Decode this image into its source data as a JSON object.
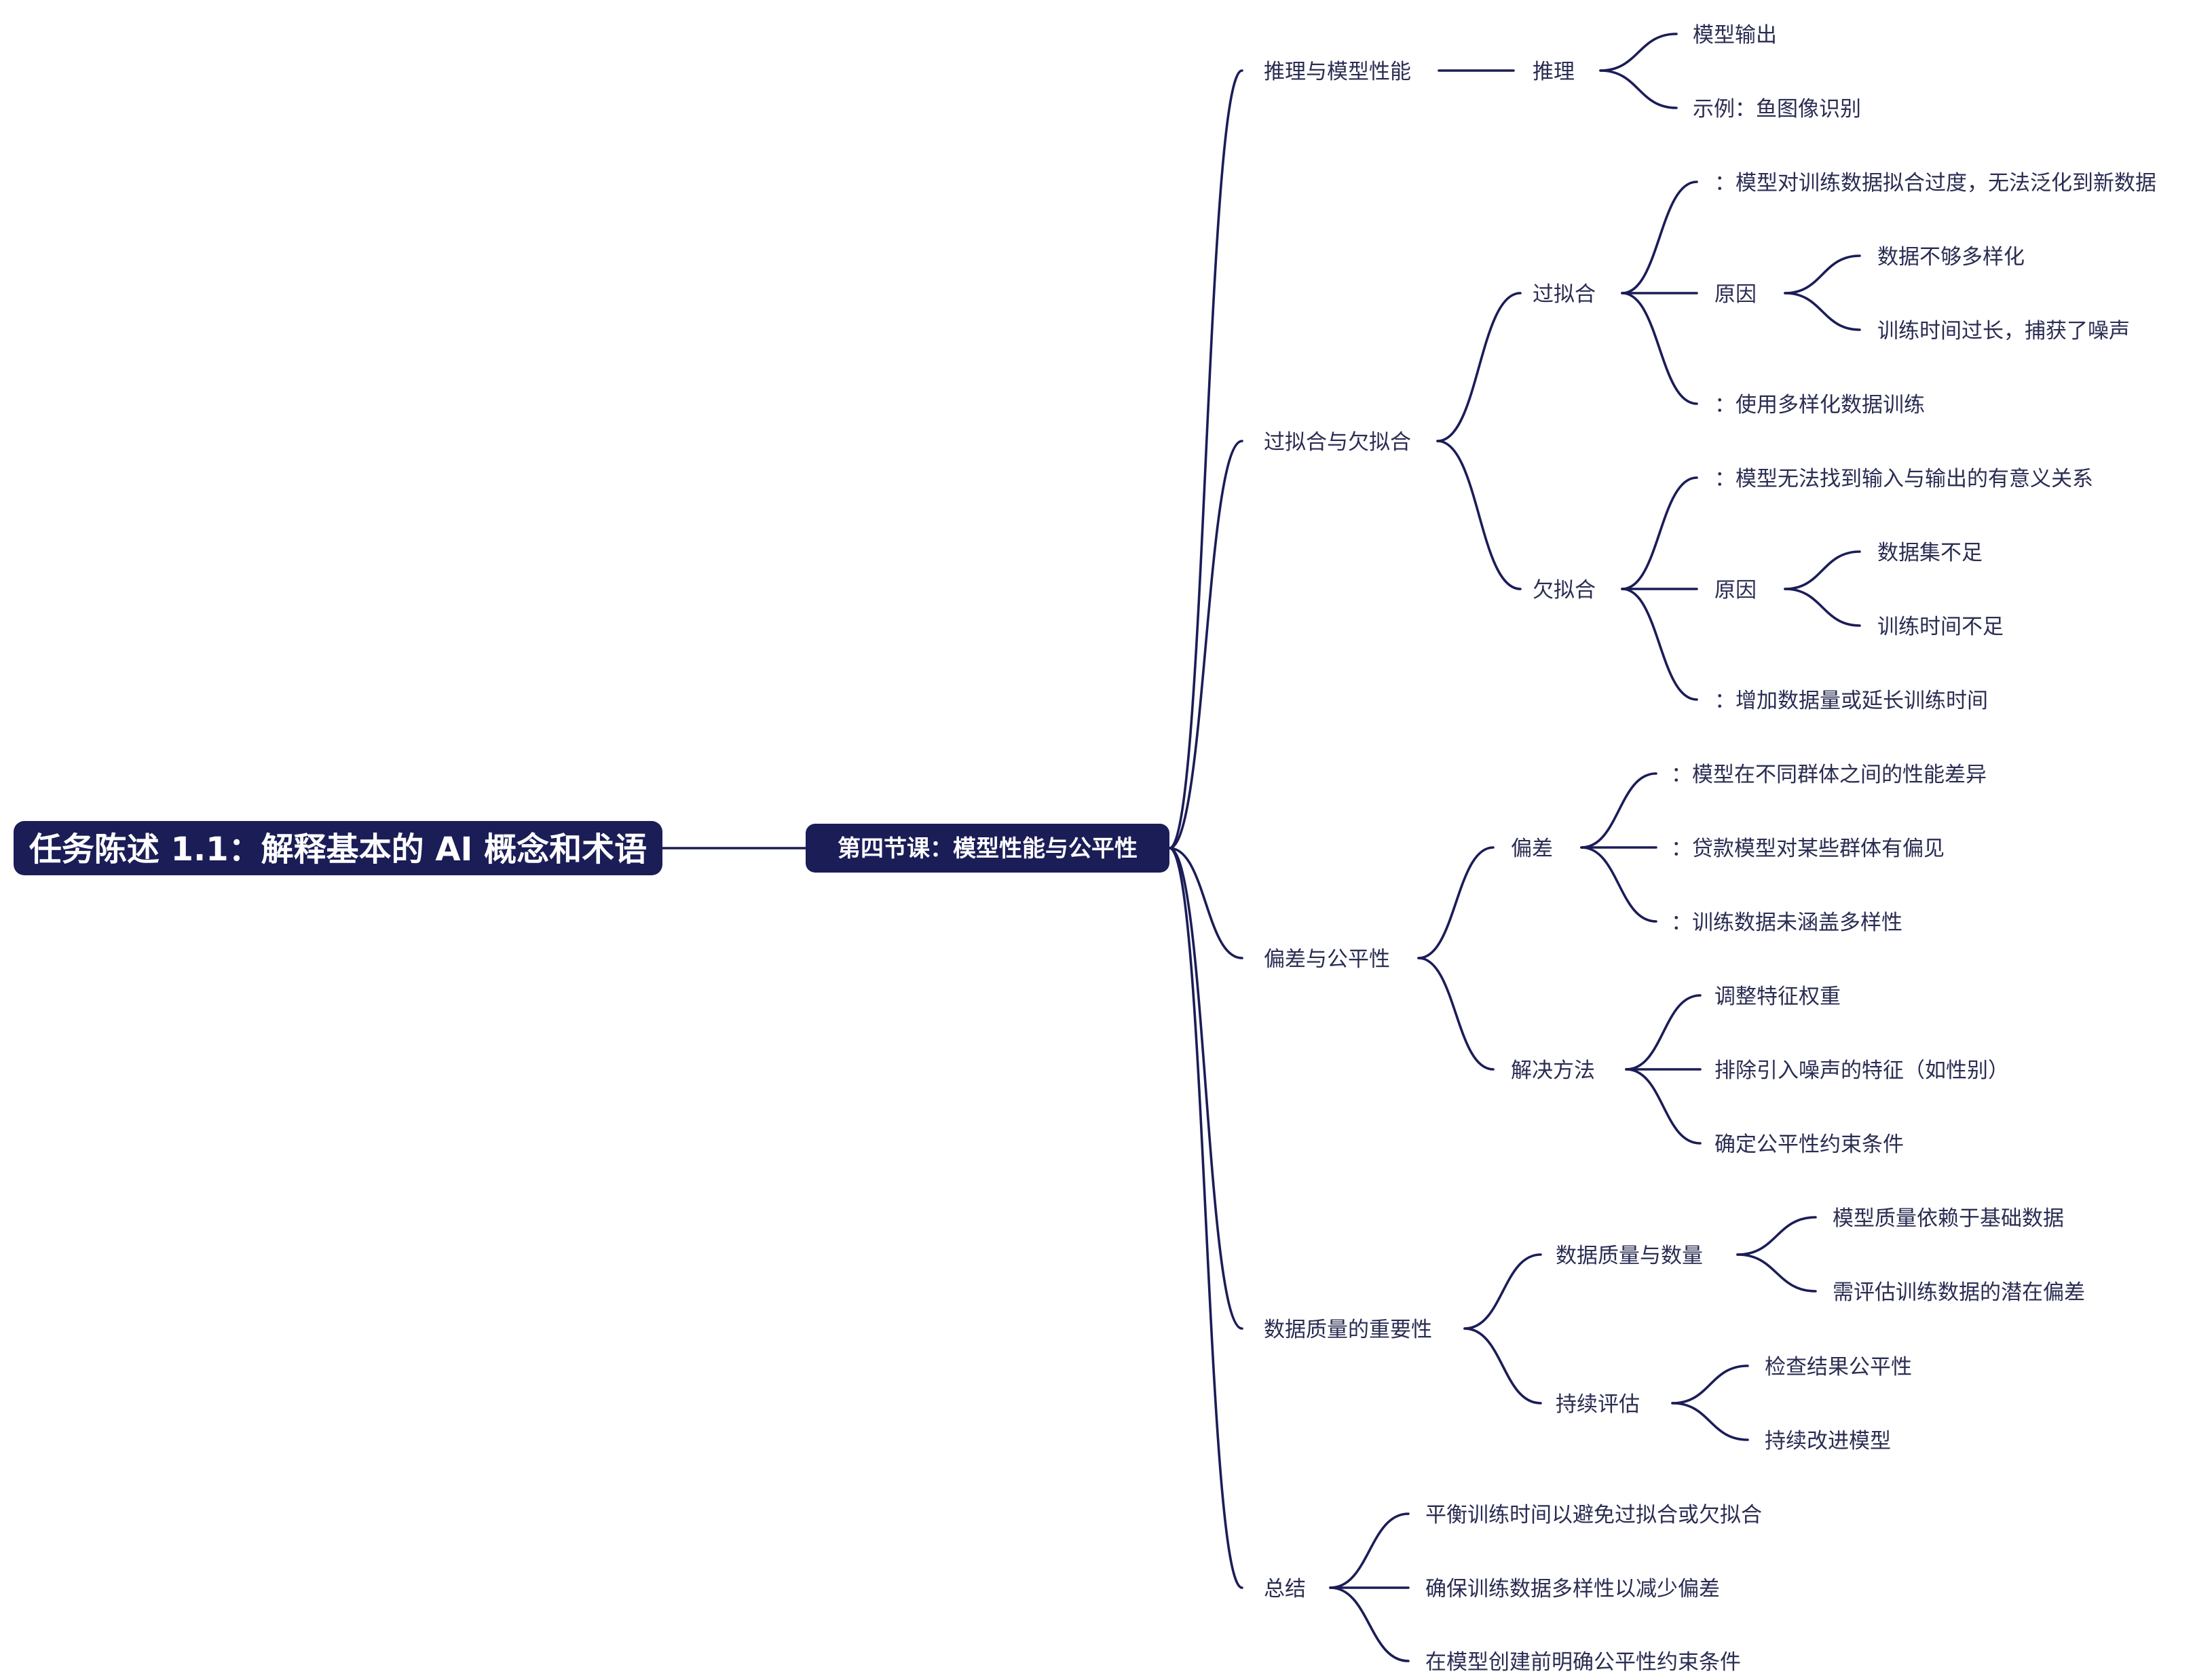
{
  "mindmap": {
    "root": "任务陈述 1.1：解释基本的 AI 概念和术语",
    "topic": "第四节课：模型性能与公平性",
    "branches": {
      "inference": {
        "label": "推理与模型性能",
        "child": "推理",
        "leaves": [
          "模型输出",
          "示例：鱼图像识别"
        ]
      },
      "fitting": {
        "label": "过拟合与欠拟合",
        "overfit": {
          "label": "过拟合",
          "definition": "：模型对训练数据拟合过度，无法泛化到新数据",
          "cause": "原因",
          "causes": [
            "数据不够多样化",
            "训练时间过长，捕获了噪声"
          ],
          "solution": "：使用多样化数据训练"
        },
        "underfit": {
          "label": "欠拟合",
          "definition": "：模型无法找到输入与输出的有意义关系",
          "cause": "原因",
          "causes": [
            "数据集不足",
            "训练时间不足"
          ],
          "solution": "：增加数据量或延长训练时间"
        }
      },
      "bias": {
        "label": "偏差与公平性",
        "bias_node": {
          "label": "偏差",
          "items": [
            "：模型在不同群体之间的性能差异",
            "：贷款模型对某些群体有偏见",
            "：训练数据未涵盖多样性"
          ]
        },
        "solutions": {
          "label": "解决方法",
          "items": [
            "调整特征权重",
            "排除引入噪声的特征（如性别）",
            "确定公平性约束条件"
          ]
        }
      },
      "data_quality": {
        "label": "数据质量的重要性",
        "quality": {
          "label": "数据质量与数量",
          "items": [
            "模型质量依赖于基础数据",
            "需评估训练数据的潜在偏差"
          ]
        },
        "evaluation": {
          "label": "持续评估",
          "items": [
            "检查结果公平性",
            "持续改进模型"
          ]
        }
      },
      "summary": {
        "label": "总结",
        "items": [
          "平衡训练时间以避免过拟合或欠拟合",
          "确保训练数据多样性以减少偏差",
          "在模型创建前明确公平性约束条件"
        ]
      }
    }
  },
  "colors": {
    "line": "#1b1d57",
    "box": "#1b1d57",
    "box_text": "#ffffff",
    "node_text": "#2a2d52",
    "background": "#ffffff"
  }
}
